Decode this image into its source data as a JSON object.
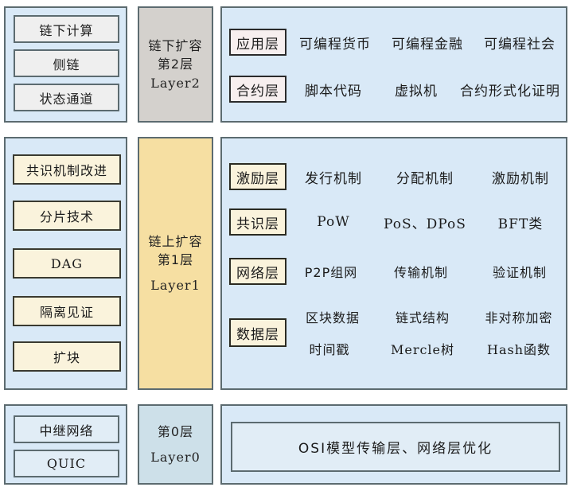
{
  "meta": {
    "title": "区块链扩容技术分层架构图",
    "colors": {
      "panel_fill": "#d9e9f7",
      "panel_border": "#5c6b70",
      "gray_panel": "#d4d1cd",
      "yellow_panel": "#f6dfa2",
      "cyan_panel": "#cde0e9",
      "cream_chip": "#faf3dc",
      "gray_chip": "#efefef",
      "pink_chip": "#f7efef",
      "blue_chip": "#e1edf6"
    }
  },
  "rows": [
    {
      "id": "layer2",
      "left_items": [
        "链下计算",
        "侧链",
        "状态通道"
      ],
      "center": {
        "lines": [
          "链下扩容",
          "第2层",
          "Layer2"
        ],
        "latin_index": 2
      },
      "layers": [
        {
          "tag": "应用层",
          "items": [
            "可编程货币",
            "可编程金融",
            "可编程社会"
          ]
        },
        {
          "tag": "合约层",
          "items": [
            "脚本代码",
            "虚拟机",
            "合约形式化证明"
          ]
        }
      ]
    },
    {
      "id": "layer1",
      "left_items": [
        "共识机制改进",
        "分片技术",
        "DAG",
        "隔离见证",
        "扩块"
      ],
      "center": {
        "lines": [
          "链上扩容",
          "第1层",
          "Layer1"
        ],
        "latin_index": 2
      },
      "layers": [
        {
          "tag": "激励层",
          "items": [
            "发行机制",
            "分配机制",
            "激励机制"
          ]
        },
        {
          "tag": "共识层",
          "items": [
            "PoW",
            "PoS、DPoS",
            "BFT类"
          ]
        },
        {
          "tag": "网络层",
          "items": [
            "P2P组网",
            "传输机制",
            "验证机制"
          ]
        },
        {
          "tag": "数据层",
          "items": [
            "区块数据",
            "链式结构",
            "非对称加密",
            "时间戳",
            "Mercle树",
            "Hash函数"
          ]
        }
      ]
    },
    {
      "id": "layer0",
      "left_items": [
        "中继网络",
        "QUIC"
      ],
      "center": {
        "lines": [
          "第0层",
          "Layer0"
        ],
        "latin_index": 1
      },
      "wide_item": "OSI模型传输层、网络层优化"
    }
  ]
}
